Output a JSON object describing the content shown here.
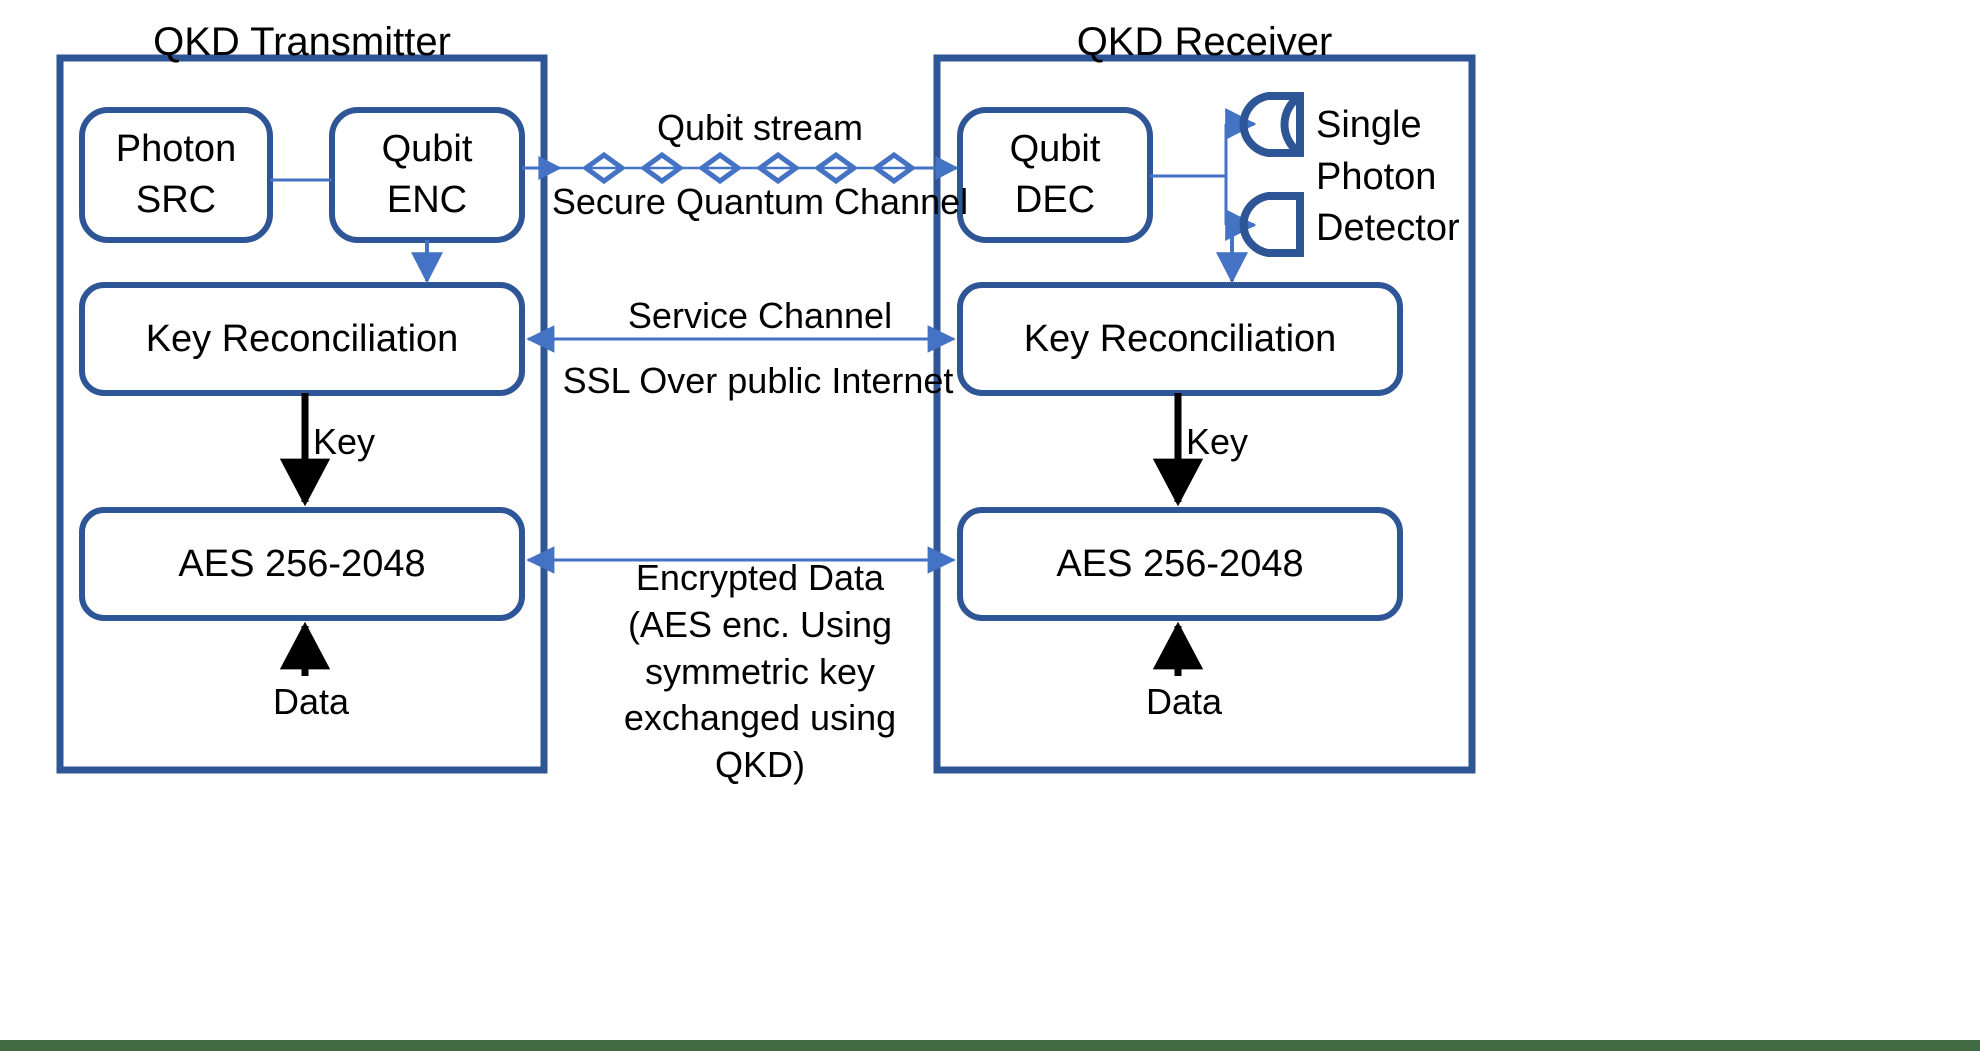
{
  "diagram": {
    "title_left": "QKD Transmitter",
    "title_right": "QKD Receiver",
    "colors": {
      "box_stroke": "#2E5596",
      "arrow_blue": "#4472C4",
      "arrow_black": "#000000",
      "text": "#000000",
      "background": "#FFFFFF",
      "footer_bar": "#436B43"
    }
  },
  "transmitter": {
    "photon_src": {
      "line1": "Photon",
      "line2": "SRC"
    },
    "qubit_enc": {
      "line1": "Qubit",
      "line2": "ENC"
    },
    "key_reconciliation": "Key Reconciliation",
    "aes": "AES 256-2048",
    "key_arrow_label": "Key",
    "data_arrow_label": "Data"
  },
  "receiver": {
    "qubit_dec": {
      "line1": "Qubit",
      "line2": "DEC"
    },
    "detector": {
      "line1": "Single",
      "line2": "Photon",
      "line3": "Detector"
    },
    "key_reconciliation": "Key Reconciliation",
    "aes": "AES 256-2048",
    "key_arrow_label": "Key",
    "data_arrow_label": "Data"
  },
  "channels": {
    "quantum_top": "Qubit stream",
    "quantum_bottom": "Secure Quantum Channel",
    "service_top": "Service Channel",
    "service_bottom": "SSL Over public Internet",
    "encrypted": {
      "line1": "Encrypted Data",
      "line2": "(AES enc. Using",
      "line3": "symmetric key",
      "line4": "exchanged using",
      "line5": "QKD)"
    }
  }
}
